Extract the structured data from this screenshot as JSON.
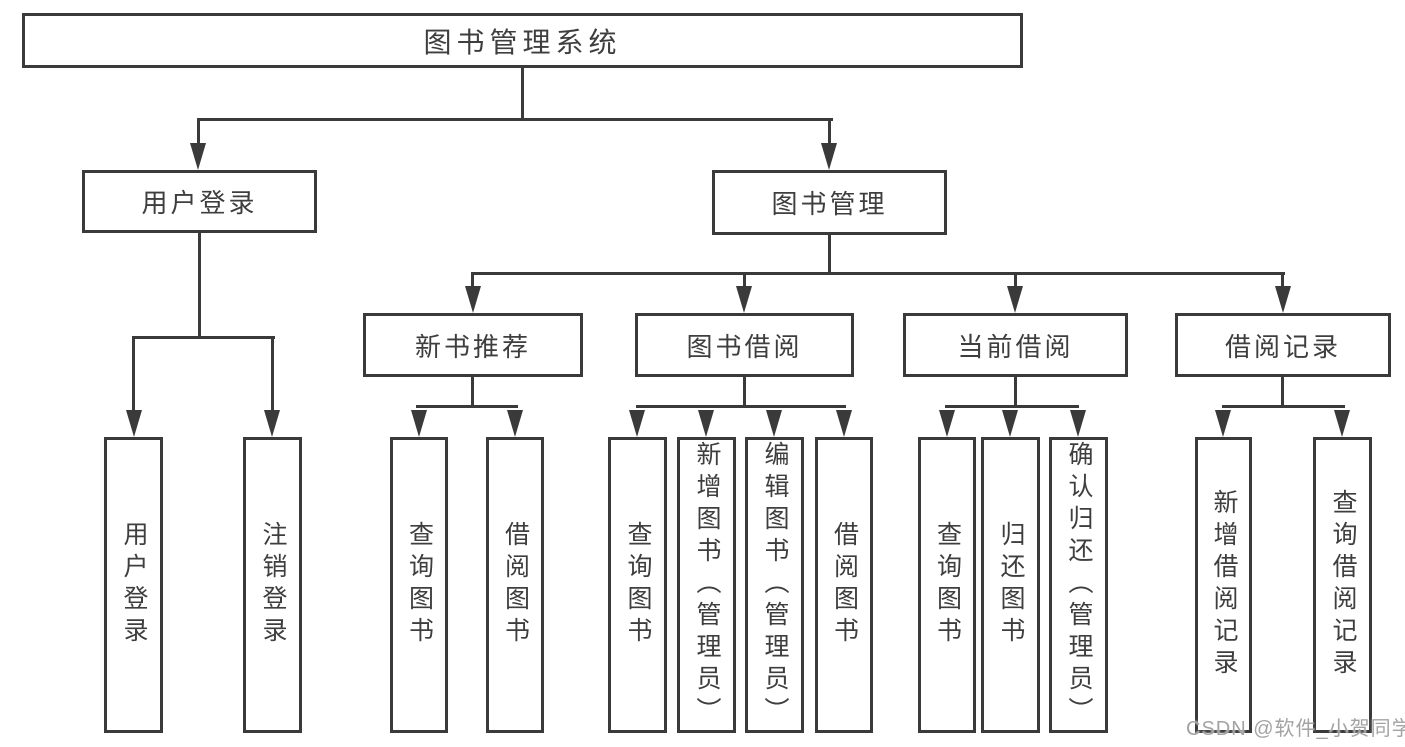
{
  "root": {
    "label": "图书管理系统"
  },
  "level2": [
    {
      "id": "user-login",
      "label": "用户登录"
    },
    {
      "id": "book-management",
      "label": "图书管理"
    }
  ],
  "level3": [
    {
      "id": "new-book-recommend",
      "label": "新书推荐",
      "parent": "图书管理"
    },
    {
      "id": "book-borrow",
      "label": "图书借阅",
      "parent": "图书管理"
    },
    {
      "id": "current-borrow",
      "label": "当前借阅",
      "parent": "图书管理"
    },
    {
      "id": "borrow-records",
      "label": "借阅记录",
      "parent": "图书管理"
    }
  ],
  "leaves": [
    {
      "id": "user-login-leaf",
      "label": "用户登录",
      "parent": "用户登录"
    },
    {
      "id": "logout-leaf",
      "label": "注销登录",
      "parent": "用户登录"
    },
    {
      "id": "recommend-query-books",
      "label": "查询图书",
      "parent": "新书推荐"
    },
    {
      "id": "recommend-borrow-books",
      "label": "借阅图书",
      "parent": "新书推荐"
    },
    {
      "id": "borrow-query-books",
      "label": "查询图书",
      "parent": "图书借阅"
    },
    {
      "id": "borrow-add-books",
      "label": "新增图书（管理员）",
      "parent": "图书借阅"
    },
    {
      "id": "borrow-edit-books",
      "label": "编辑图书（管理员）",
      "parent": "图书借阅"
    },
    {
      "id": "borrow-borrow-books",
      "label": "借阅图书",
      "parent": "图书借阅"
    },
    {
      "id": "current-query-books",
      "label": "查询图书",
      "parent": "当前借阅"
    },
    {
      "id": "current-return-books",
      "label": "归还图书",
      "parent": "当前借阅"
    },
    {
      "id": "current-confirm-return",
      "label": "确认归还（管理员）",
      "parent": "当前借阅"
    },
    {
      "id": "records-add-record",
      "label": "新增借阅记录",
      "parent": "借阅记录"
    },
    {
      "id": "records-query-record",
      "label": "查询借阅记录",
      "parent": "借阅记录"
    }
  ],
  "watermark": "CSDN @软件_小贺同学",
  "colors": {
    "line": "#3a3a3a",
    "text": "#3e3e3e",
    "background": "#ffffff",
    "watermark": "#a3a3a3"
  }
}
